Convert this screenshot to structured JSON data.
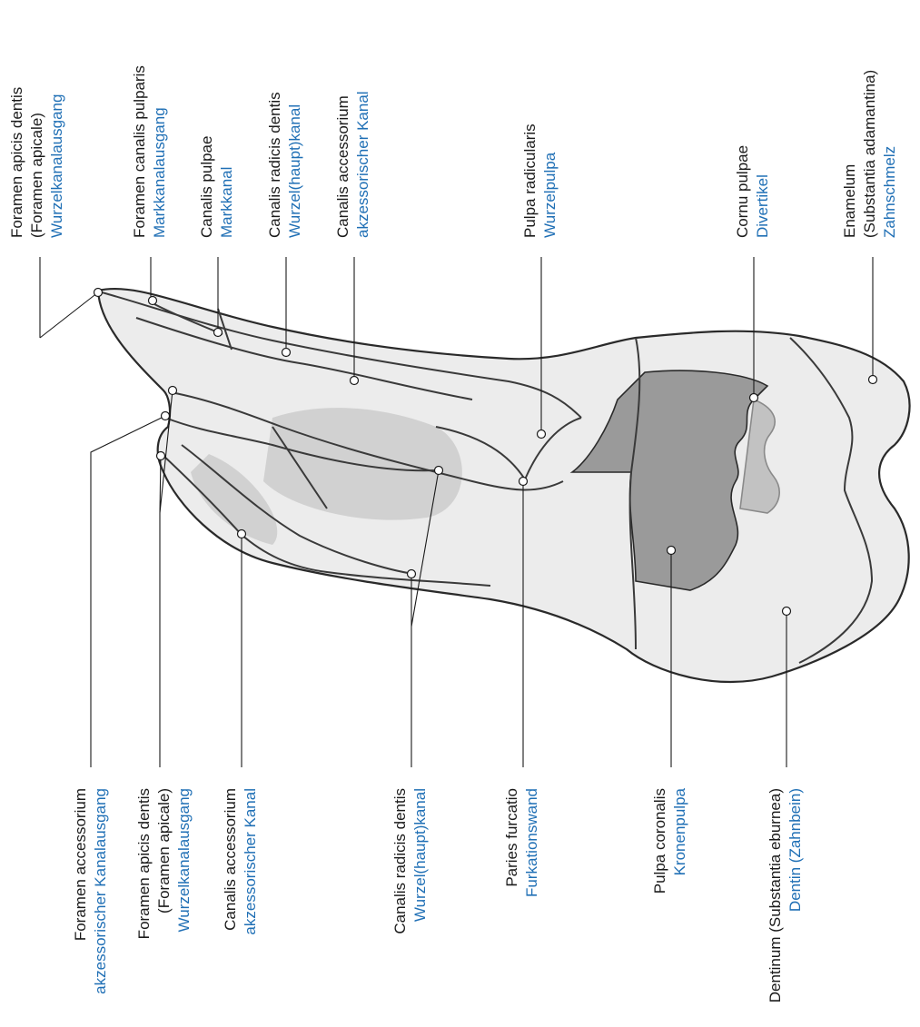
{
  "top_labels": [
    {
      "l1": "Foramen apicis dentis",
      "l2": "(Foramen apicale)",
      "l3": "Wurzelkanalausgang"
    },
    {
      "l1": "Foramen canalis pulparis",
      "l2": "Markkanalausgang"
    },
    {
      "l1": "Canalis pulpae",
      "l2": "Markkanal"
    },
    {
      "l1": "Canalis radicis dentis",
      "l2": "Wurzel(haupt)kanal"
    },
    {
      "l1": "Canalis accessorium",
      "l2": "akzessorischer Kanal"
    },
    {
      "l1": "Pulpa radicularis",
      "l2": "Wurzelpulpa"
    },
    {
      "l1": "Cornu pulpae",
      "l2": "Divertikel"
    },
    {
      "l1": "Enamelum",
      "l2": "(Substantia adamantina)",
      "l3": "Zahnschmelz"
    }
  ],
  "bottom_labels": [
    {
      "l1": "Foramen accessorium",
      "l2": "akzessorischer Kanalausgang"
    },
    {
      "l1": "Foramen apicis dentis",
      "l2": "(Foramen apicale)",
      "l3": "Wurzelkanalausgang"
    },
    {
      "l1": "Canalis accessorium",
      "l2": "akzessorischer Kanal"
    },
    {
      "l1": "Canalis radicis dentis",
      "l2": "Wurzel(haupt)kanal"
    },
    {
      "l1": "Paries furcatio",
      "l2": "Furkationswand"
    },
    {
      "l1": "Pulpa coronalis",
      "l2": "Kronenpulpa"
    },
    {
      "l1": "Dentinum (Substantia eburnea)",
      "l2": "Dentin (Zahnbein)"
    }
  ]
}
